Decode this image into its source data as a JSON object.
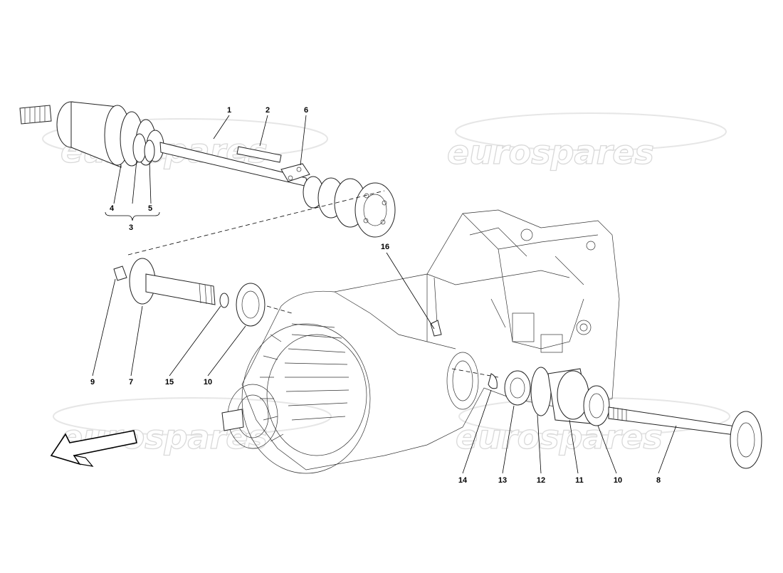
{
  "watermark": "eurospares",
  "callouts": {
    "c1": "1",
    "c2": "2",
    "c3": "3",
    "c4": "4",
    "c5": "5",
    "c6": "6",
    "c7": "7",
    "c8": "8",
    "c9": "9",
    "c10a": "10",
    "c10b": "10",
    "c11": "11",
    "c12": "12",
    "c13": "13",
    "c14": "14",
    "c15": "15",
    "c16": "16"
  },
  "icons": {
    "direction": "direction-arrow-icon"
  }
}
